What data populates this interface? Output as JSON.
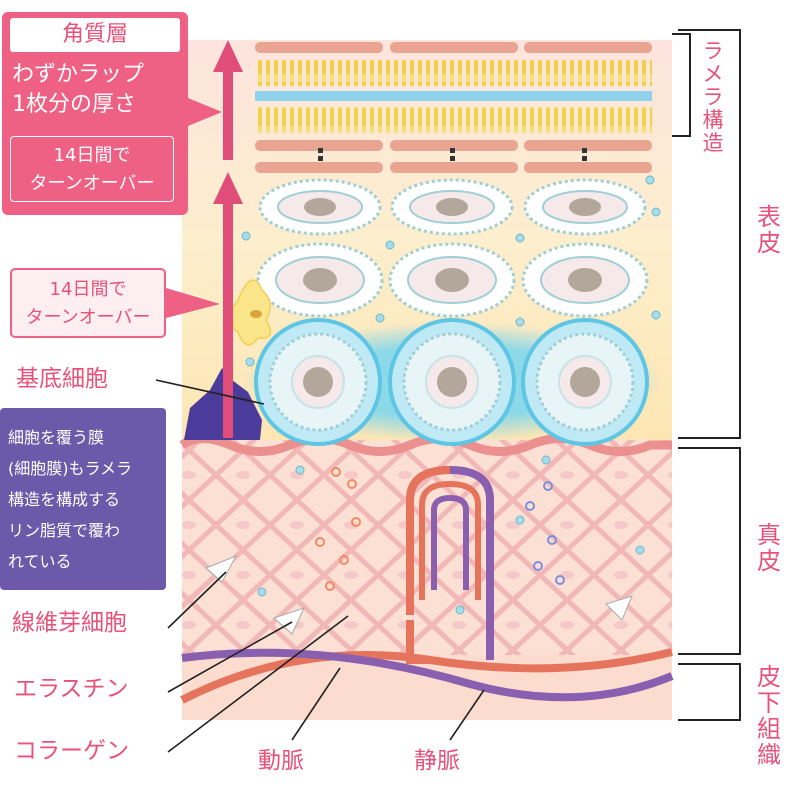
{
  "callout_stratum_corneum": {
    "title": "角質層",
    "text_line1": "わずかラップ",
    "text_line2": "1枚分の厚さ",
    "turnover_line1": "14日間で",
    "turnover_line2": "ターンオーバー"
  },
  "callout_turnover": {
    "line1": "14日間で",
    "line2": "ターンオーバー"
  },
  "callout_membrane": {
    "lines": [
      "細胞を覆う膜",
      "(細胞膜)もラメラ",
      "構造を構成する",
      "リン脂質で覆わ",
      "れている"
    ]
  },
  "labels": {
    "basal_cell": "基底細胞",
    "fibroblast": "線維芽細胞",
    "elastin": "エラスチン",
    "collagen": "コラーゲン",
    "artery": "動脈",
    "vein": "静脈",
    "lamellar": "ラメラ構造",
    "epidermis": "表皮",
    "dermis": "真皮",
    "subcutis": "皮下組織"
  },
  "colors": {
    "accent_pink": "#ef6184",
    "label_pink": "#e8527a",
    "membrane_purple": "#6a5aa9",
    "artery": "#e6735c",
    "vein": "#8a5fb0"
  }
}
